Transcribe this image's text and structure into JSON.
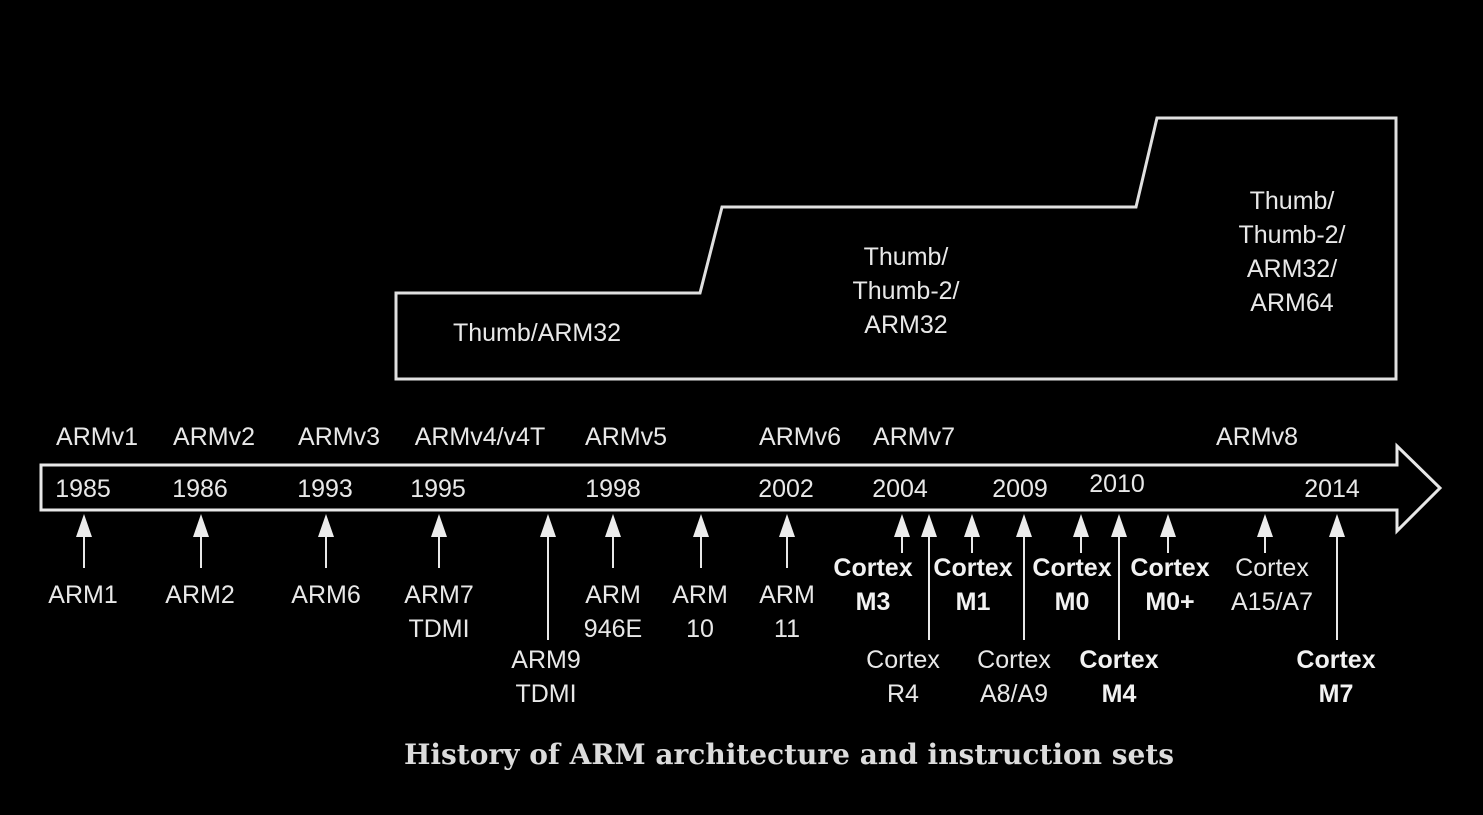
{
  "instruction_sets": [
    {
      "lines": [
        "Thumb/ARM32"
      ]
    },
    {
      "lines": [
        "Thumb/",
        "Thumb-2/",
        "ARM32"
      ]
    },
    {
      "lines": [
        "Thumb/",
        "Thumb-2/",
        "ARM32/",
        "ARM64"
      ]
    }
  ],
  "architectures": [
    "ARMv1",
    "ARMv2",
    "ARMv3",
    "ARMv4/v4T",
    "ARMv5",
    "ARMv6",
    "ARMv7",
    "ARMv8"
  ],
  "years": [
    "1985",
    "1986",
    "1993",
    "1995",
    "1998",
    "2002",
    "2004",
    "2009",
    "2010",
    "2014"
  ],
  "processors": [
    {
      "lines": [
        "ARM1"
      ],
      "bold": false
    },
    {
      "lines": [
        "ARM2"
      ],
      "bold": false
    },
    {
      "lines": [
        "ARM6"
      ],
      "bold": false
    },
    {
      "lines": [
        "ARM7",
        "TDMI"
      ],
      "bold": false
    },
    {
      "lines": [
        "ARM9",
        "TDMI"
      ],
      "bold": false
    },
    {
      "lines": [
        "ARM",
        "946E"
      ],
      "bold": false
    },
    {
      "lines": [
        "ARM",
        "10"
      ],
      "bold": false
    },
    {
      "lines": [
        "ARM",
        "11"
      ],
      "bold": false
    },
    {
      "lines": [
        "Cortex",
        "M3"
      ],
      "bold": true
    },
    {
      "lines": [
        "Cortex",
        "R4"
      ],
      "bold": false
    },
    {
      "lines": [
        "Cortex",
        "M1"
      ],
      "bold": true
    },
    {
      "lines": [
        "Cortex",
        "A8/A9"
      ],
      "bold": false
    },
    {
      "lines": [
        "Cortex",
        "M0"
      ],
      "bold": true
    },
    {
      "lines": [
        "Cortex",
        "M4"
      ],
      "bold": true
    },
    {
      "lines": [
        "Cortex",
        "M0+"
      ],
      "bold": true
    },
    {
      "lines": [
        "Cortex",
        "A15/A7"
      ],
      "bold": false
    },
    {
      "lines": [
        "Cortex",
        "M7"
      ],
      "bold": true
    }
  ],
  "caption": "History of ARM architecture and instruction sets",
  "colors": {
    "background": "#000000",
    "foreground": "#e8e8e8"
  }
}
